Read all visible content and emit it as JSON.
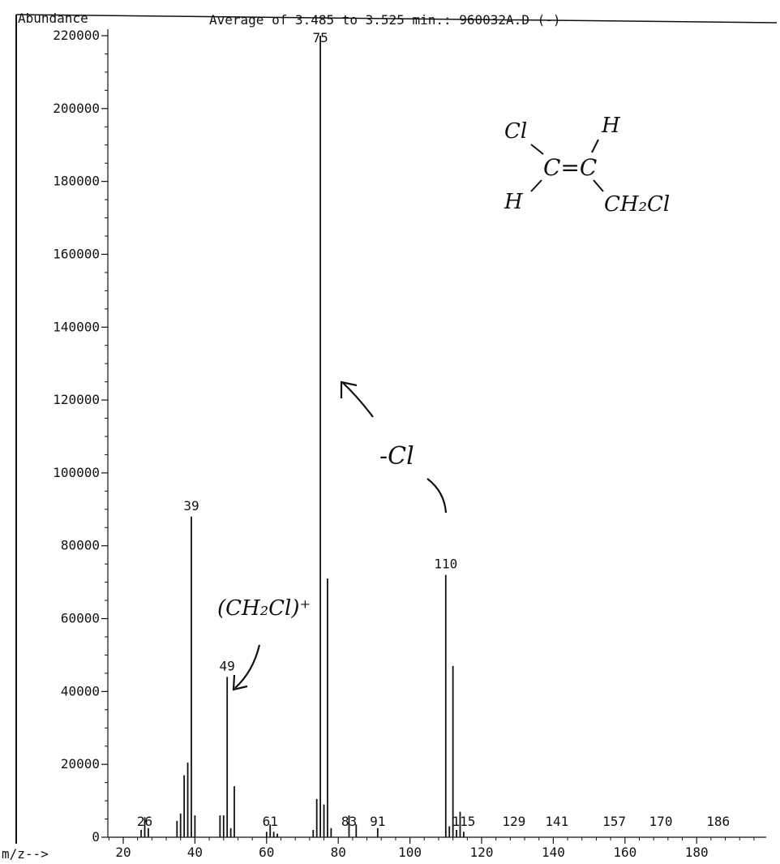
{
  "chart_data": {
    "type": "bar",
    "title": "Average of 3.485 to 3.525 min.: 960032A.D (-)",
    "ylabel": "Abundance",
    "xlabel": "m/z-->",
    "xlim": [
      15,
      200
    ],
    "ylim": [
      0,
      220000
    ],
    "x_ticks": [
      20,
      40,
      60,
      80,
      100,
      120,
      140,
      160,
      180
    ],
    "y_ticks": [
      0,
      20000,
      40000,
      60000,
      80000,
      100000,
      120000,
      140000,
      160000,
      180000,
      200000,
      220000
    ],
    "peaks": [
      {
        "x": 25,
        "y": 2000
      },
      {
        "x": 26,
        "y": 5500
      },
      {
        "x": 27,
        "y": 2500
      },
      {
        "x": 35,
        "y": 4500
      },
      {
        "x": 36,
        "y": 6500
      },
      {
        "x": 37,
        "y": 17000
      },
      {
        "x": 38,
        "y": 20500
      },
      {
        "x": 39,
        "y": 88000
      },
      {
        "x": 40,
        "y": 6000
      },
      {
        "x": 47,
        "y": 6000
      },
      {
        "x": 48,
        "y": 6000
      },
      {
        "x": 49,
        "y": 44000
      },
      {
        "x": 50,
        "y": 2500
      },
      {
        "x": 51,
        "y": 14000
      },
      {
        "x": 60,
        "y": 1500
      },
      {
        "x": 61,
        "y": 3500
      },
      {
        "x": 62,
        "y": 1500
      },
      {
        "x": 63,
        "y": 1000
      },
      {
        "x": 73,
        "y": 2000
      },
      {
        "x": 74,
        "y": 10500
      },
      {
        "x": 75,
        "y": 220000
      },
      {
        "x": 76,
        "y": 9000
      },
      {
        "x": 77,
        "y": 71000
      },
      {
        "x": 78,
        "y": 2500
      },
      {
        "x": 83,
        "y": 6000
      },
      {
        "x": 85,
        "y": 3500
      },
      {
        "x": 91,
        "y": 2500
      },
      {
        "x": 110,
        "y": 72000
      },
      {
        "x": 111,
        "y": 3000
      },
      {
        "x": 112,
        "y": 47000
      },
      {
        "x": 113,
        "y": 2000
      },
      {
        "x": 114,
        "y": 7000
      },
      {
        "x": 115,
        "y": 1500
      }
    ],
    "peak_labels": [
      {
        "x": 26,
        "text": "26"
      },
      {
        "x": 39,
        "text": "39"
      },
      {
        "x": 49,
        "text": "49"
      },
      {
        "x": 61,
        "text": "61"
      },
      {
        "x": 75,
        "text": "75"
      },
      {
        "x": 83,
        "text": "83"
      },
      {
        "x": 91,
        "text": "91"
      },
      {
        "x": 110,
        "text": "110"
      },
      {
        "x": 115,
        "text": "115"
      },
      {
        "x": 129,
        "text": "129"
      },
      {
        "x": 141,
        "text": "141"
      },
      {
        "x": 157,
        "text": "157"
      },
      {
        "x": 170,
        "text": "170"
      },
      {
        "x": 186,
        "text": "186"
      }
    ],
    "annotations": {
      "fragment_label": "(CH₂Cl)⁺",
      "loss_label": "-Cl",
      "structure": {
        "top_left": "Cl",
        "top_right": "H",
        "center": "C=C",
        "bottom_left": "H",
        "bottom_right": "CH₂Cl"
      }
    },
    "grid": false,
    "legend": "none"
  }
}
